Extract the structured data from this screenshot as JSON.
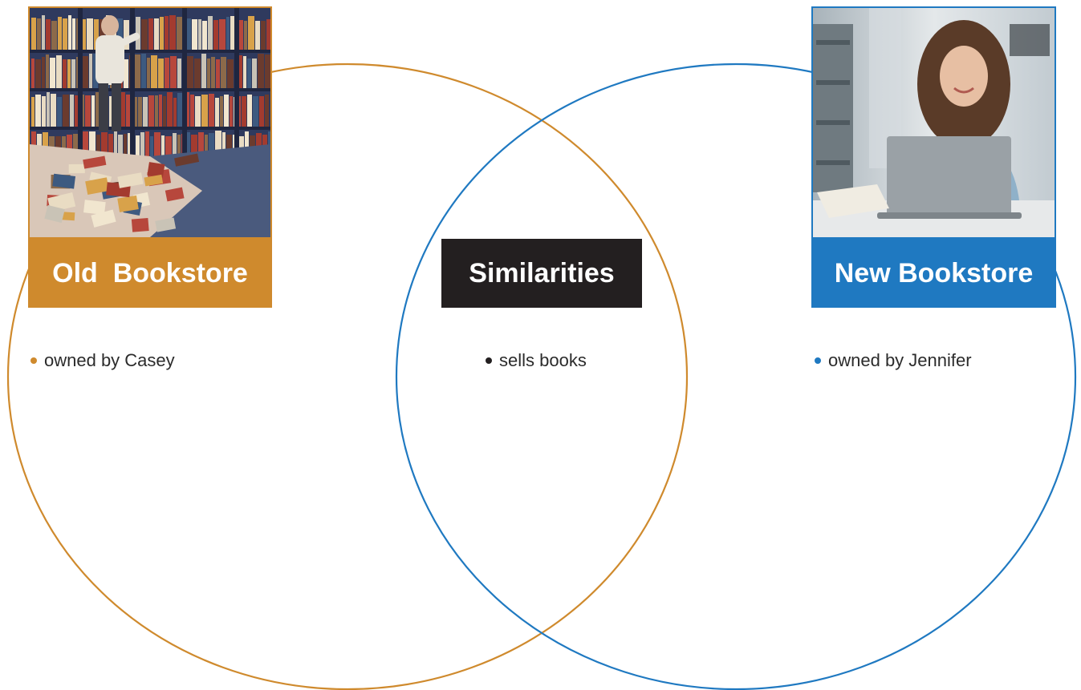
{
  "colors": {
    "old": "#cf8a2d",
    "similar": "#231f20",
    "new": "#1f79c1"
  },
  "sets": {
    "old": {
      "title": "Old  Bookstore",
      "items": [
        "owned by Casey"
      ],
      "image": "old-bookstore-photo"
    },
    "similar": {
      "title": "Similarities",
      "items": [
        "sells books"
      ]
    },
    "new": {
      "title": "New Bookstore",
      "items": [
        "owned by Jennifer"
      ],
      "image": "new-bookstore-photo"
    }
  }
}
